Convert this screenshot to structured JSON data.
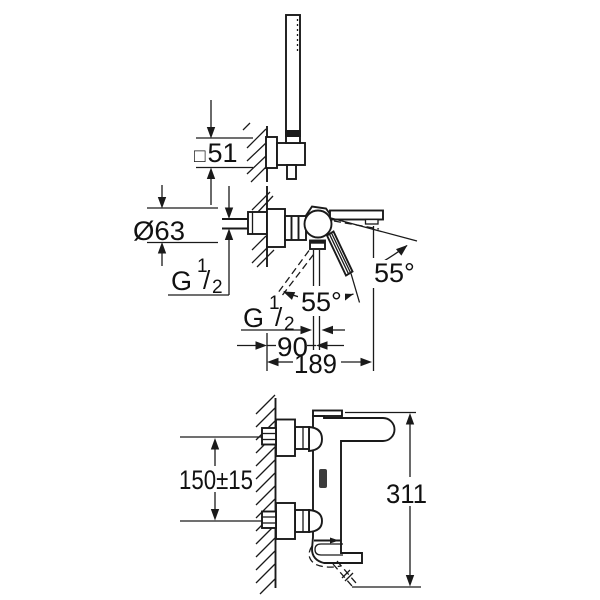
{
  "background": "#ffffff",
  "line_color": "#1a1a1a",
  "dimensions": {
    "holder_square": {
      "symbol": "□",
      "value": "51"
    },
    "escutcheon_diameter": {
      "value": "Ø63"
    },
    "supply_thread": {
      "letter": "G",
      "numerator": "1",
      "slash": "/",
      "denominator": "2"
    },
    "outlet_thread": {
      "letter": "G",
      "numerator": "1",
      "slash": "/",
      "denominator": "2"
    },
    "lever_swivel_angle": {
      "value": "55°"
    },
    "spout_swivel_angle": {
      "value": "55°"
    },
    "wall_to_outlet": {
      "value": "90"
    },
    "wall_to_spout_tip": {
      "value": "189"
    },
    "connection_centers": {
      "value": "150±15"
    },
    "overall_height": {
      "value": "311"
    }
  }
}
